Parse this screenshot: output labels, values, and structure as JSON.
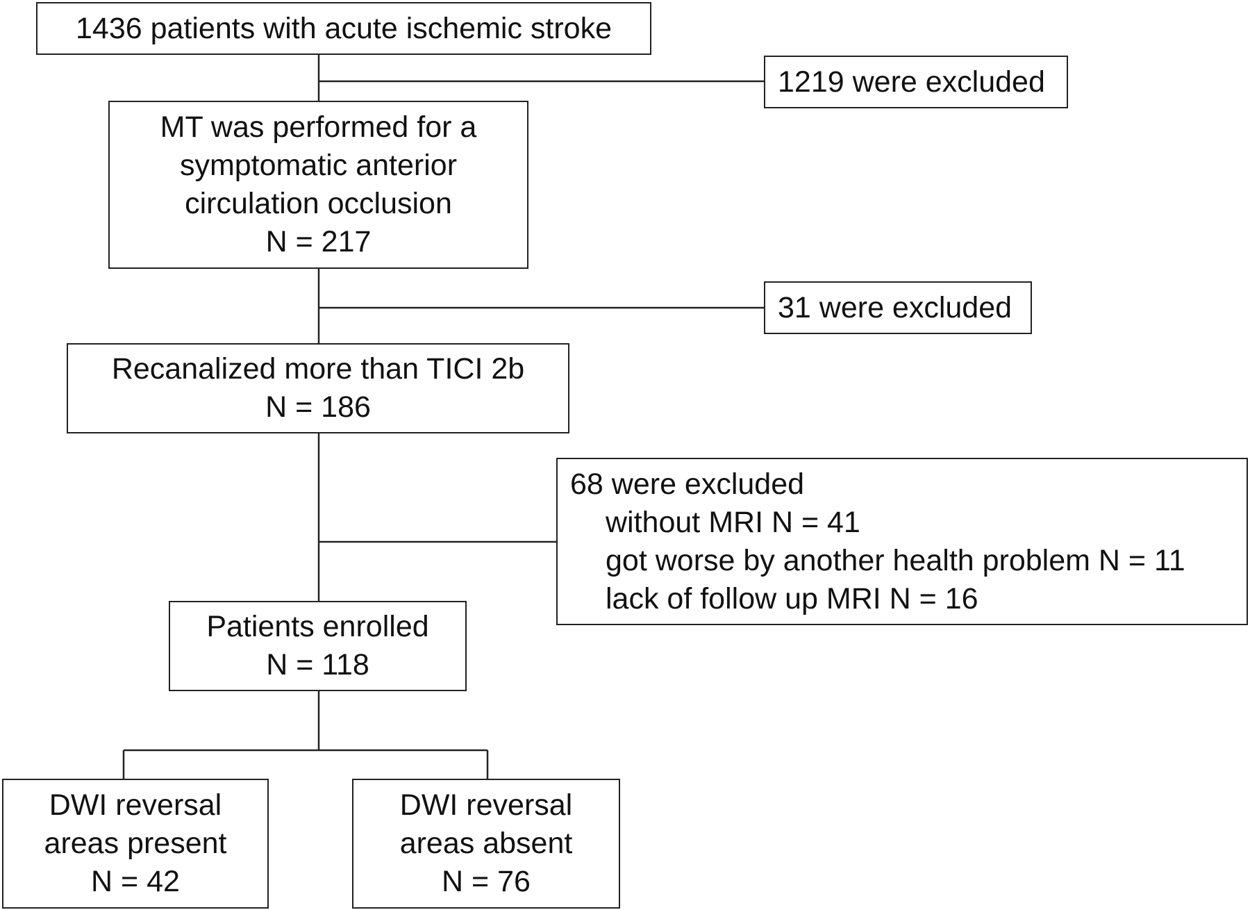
{
  "flowchart": {
    "initial": {
      "line1": "1436 patients with acute ischemic stroke"
    },
    "exclusion1": {
      "line1": "1219 were excluded"
    },
    "mt": {
      "line1": "MT was performed for a",
      "line2": "symptomatic anterior",
      "line3": "circulation occlusion",
      "line4": "N = 217"
    },
    "exclusion2": {
      "line1": "31 were excluded"
    },
    "recanalized": {
      "line1": "Recanalized more than TICI 2b",
      "line2": "N = 186"
    },
    "exclusion3": {
      "line1": "68 were excluded",
      "reasons": [
        "without MRI  N = 41",
        "got worse by another health problem  N = 11",
        "lack of follow up MRI  N = 16"
      ]
    },
    "enrolled": {
      "line1": "Patients enrolled",
      "line2": "N = 118"
    },
    "present": {
      "line1": "DWI reversal",
      "line2": "areas present",
      "line3": "N = 42"
    },
    "absent": {
      "line1": "DWI reversal",
      "line2": "areas absent",
      "line3": "N = 76"
    }
  }
}
